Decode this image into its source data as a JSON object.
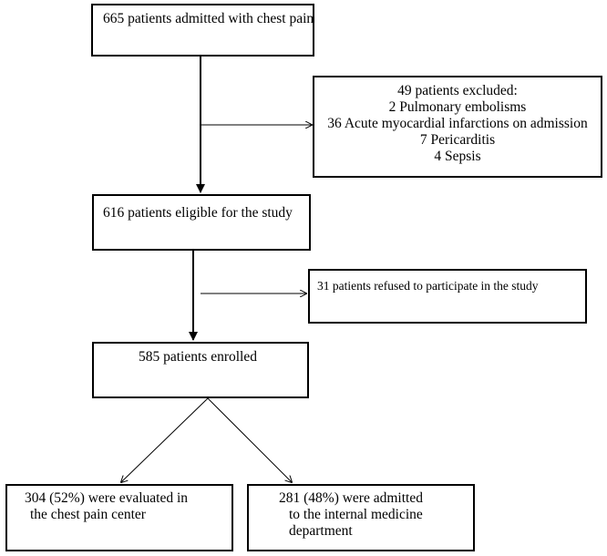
{
  "flowchart": {
    "admitted": {
      "text": "665 patients admitted with chest pain"
    },
    "excluded": {
      "lines": [
        "49 patients excluded:",
        "2 Pulmonary embolisms",
        "36 Acute myocardial infarctions on admission",
        "7 Pericarditis",
        "4 Sepsis"
      ]
    },
    "eligible": {
      "text": "616 patients eligible for the study"
    },
    "refused": {
      "text": "31 patients refused to participate in the study"
    },
    "enrolled": {
      "text": "585 patients enrolled"
    },
    "chest_pain_center": {
      "lines": [
        "304 (52%) were evaluated in",
        "the chest pain center"
      ]
    },
    "internal_medicine": {
      "lines": [
        "281 (48%) were admitted",
        "to the internal medicine",
        "department"
      ]
    }
  }
}
